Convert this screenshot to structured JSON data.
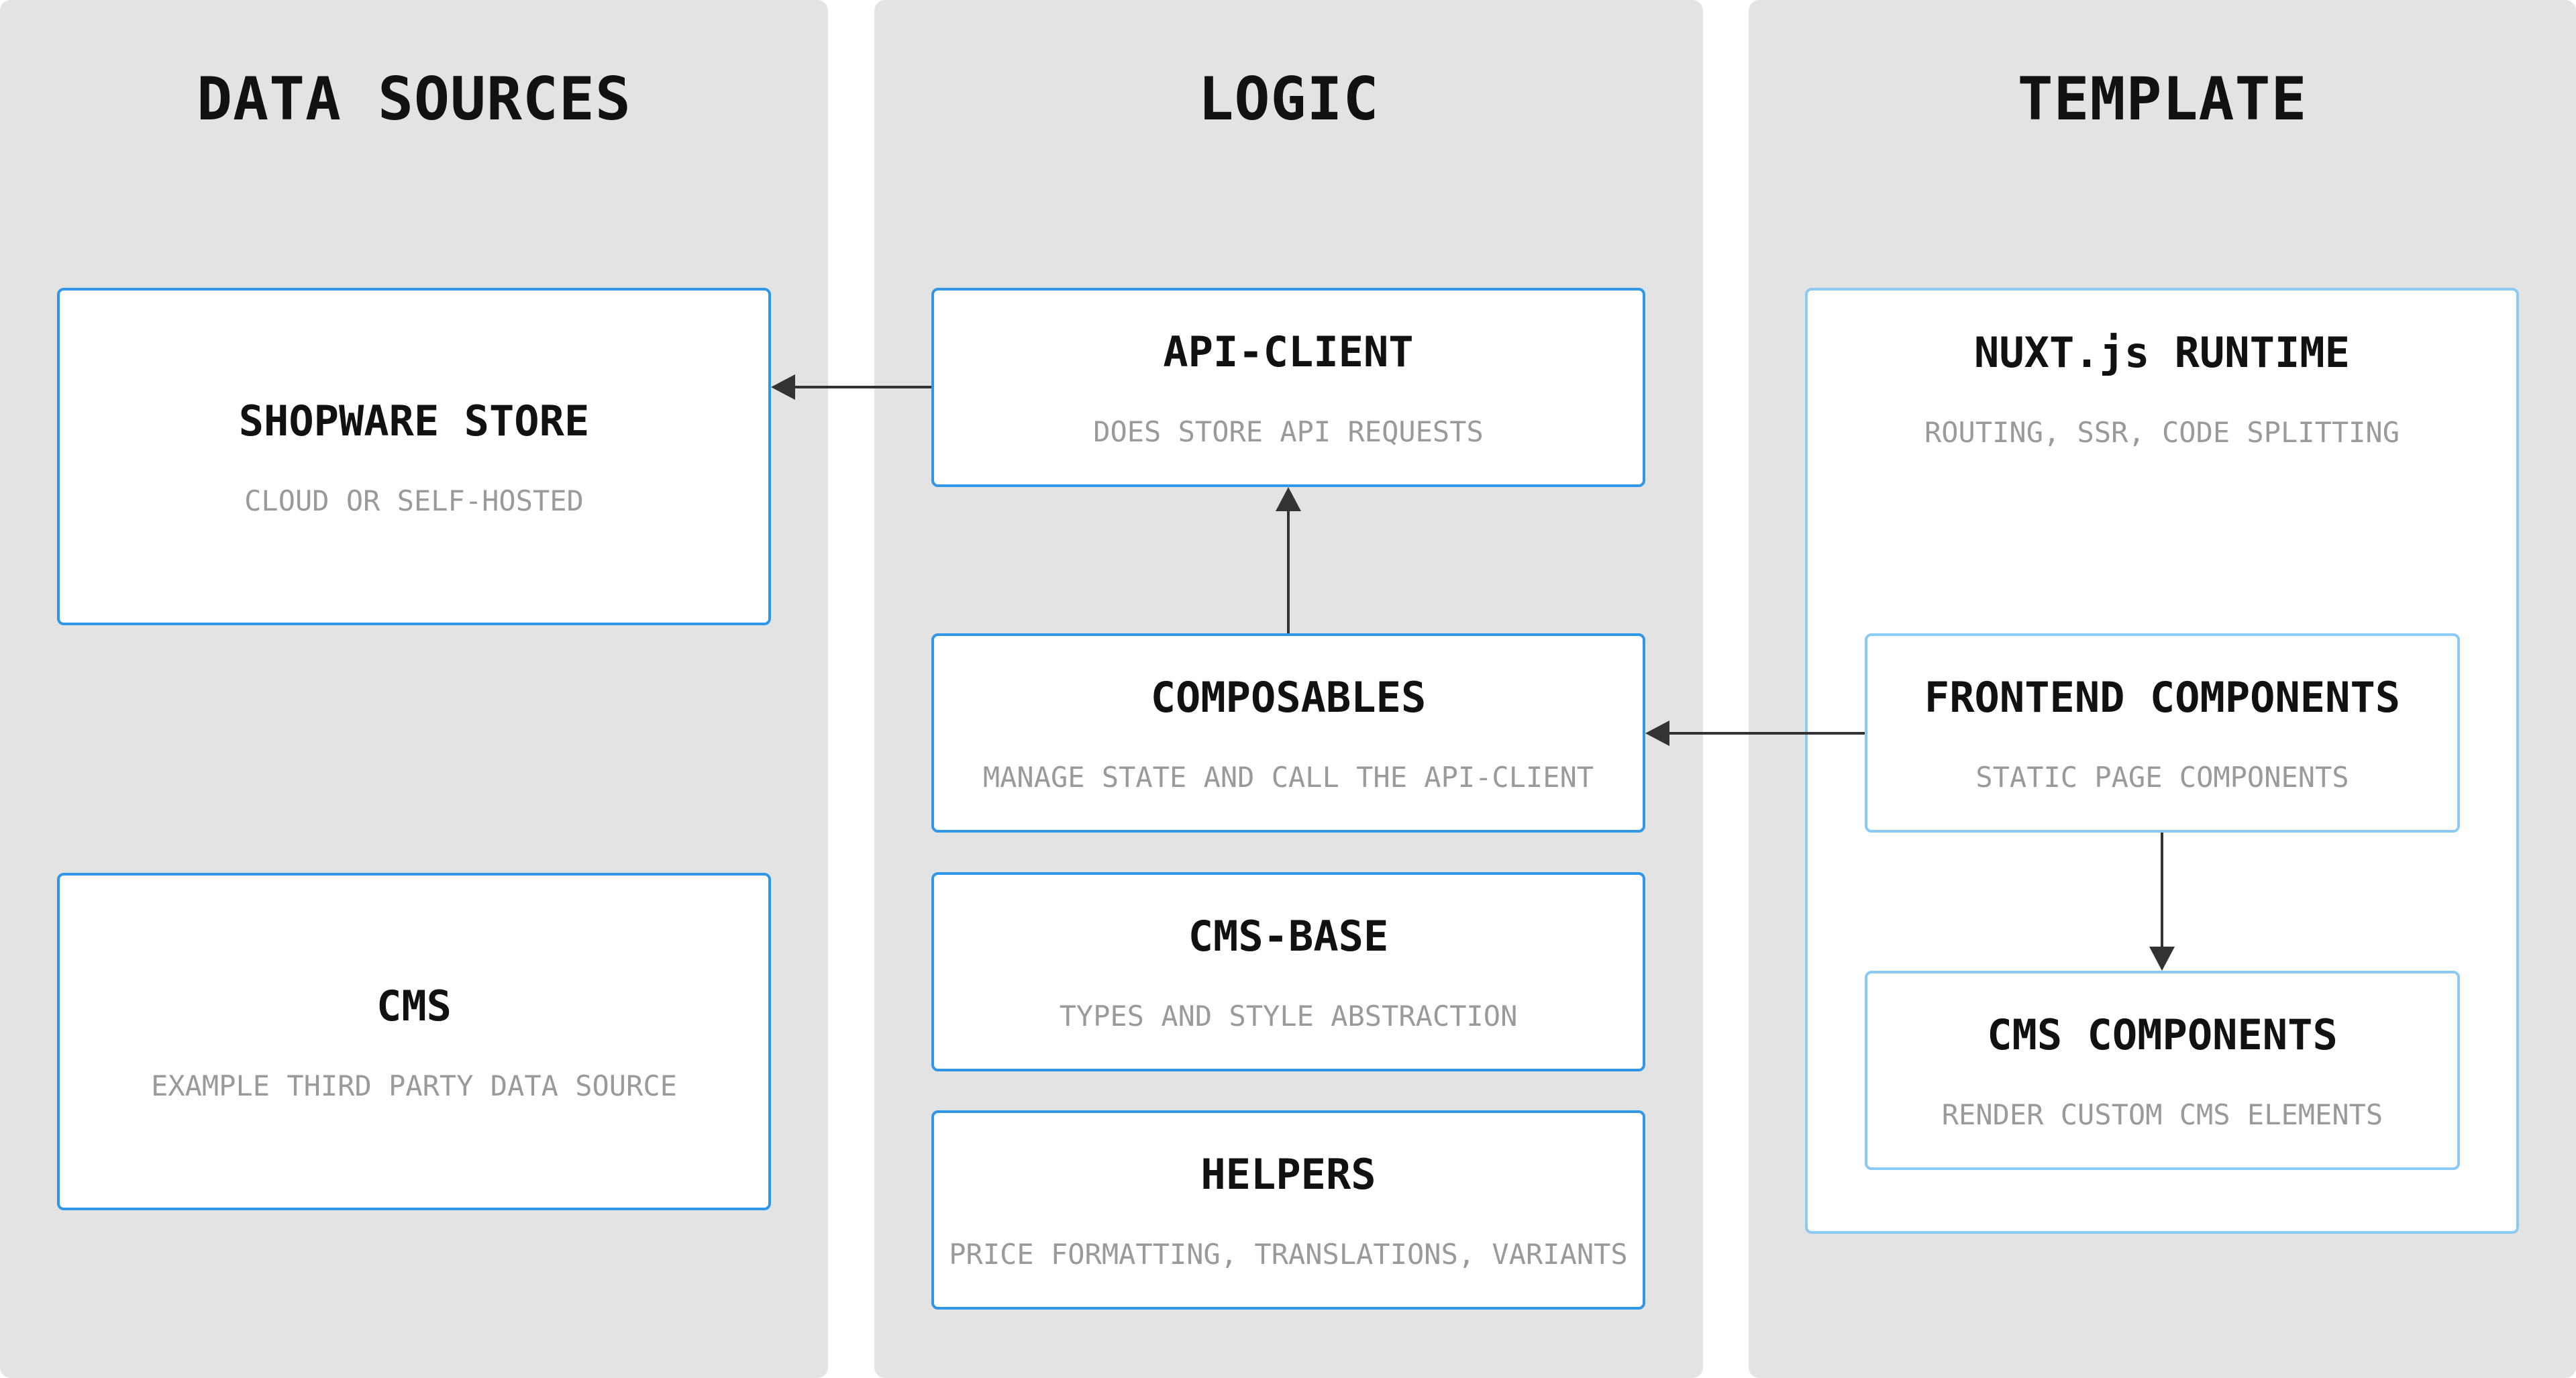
{
  "columns": {
    "data_sources": {
      "title": "DATA SOURCES"
    },
    "logic": {
      "title": "LOGIC"
    },
    "template": {
      "title": "TEMPLATE"
    }
  },
  "boxes": {
    "shopware_store": {
      "title": "SHOPWARE STORE",
      "subtitle": "CLOUD OR SELF-HOSTED"
    },
    "cms": {
      "title": "CMS",
      "subtitle": "EXAMPLE THIRD PARTY DATA SOURCE"
    },
    "api_client": {
      "title": "API-CLIENT",
      "subtitle": "DOES STORE API REQUESTS"
    },
    "composables": {
      "title": "COMPOSABLES",
      "subtitle": "MANAGE STATE AND CALL THE API-CLIENT"
    },
    "cms_base": {
      "title": "CMS-BASE",
      "subtitle": "TYPES AND STYLE ABSTRACTION"
    },
    "helpers": {
      "title": "HELPERS",
      "subtitle": "PRICE FORMATTING, TRANSLATIONS, VARIANTS"
    },
    "nuxt_runtime": {
      "title": "NUXT.js RUNTIME",
      "subtitle": "ROUTING, SSR, CODE SPLITTING"
    },
    "frontend_components": {
      "title": "FRONTEND COMPONENTS",
      "subtitle": "STATIC PAGE COMPONENTS"
    },
    "cms_components": {
      "title": "CMS COMPONENTS",
      "subtitle": "RENDER CUSTOM CMS ELEMENTS"
    }
  },
  "edges": [
    {
      "from": "api_client",
      "to": "shopware_store"
    },
    {
      "from": "composables",
      "to": "api_client"
    },
    {
      "from": "frontend_components",
      "to": "composables"
    },
    {
      "from": "frontend_components",
      "to": "cms_components"
    }
  ],
  "colors": {
    "column_bg": "#e3e3e3",
    "box_border": "#2f96e8",
    "box_border_light": "#8ccaf6",
    "arrow": "#333333",
    "subtitle": "#9a9a9a"
  }
}
